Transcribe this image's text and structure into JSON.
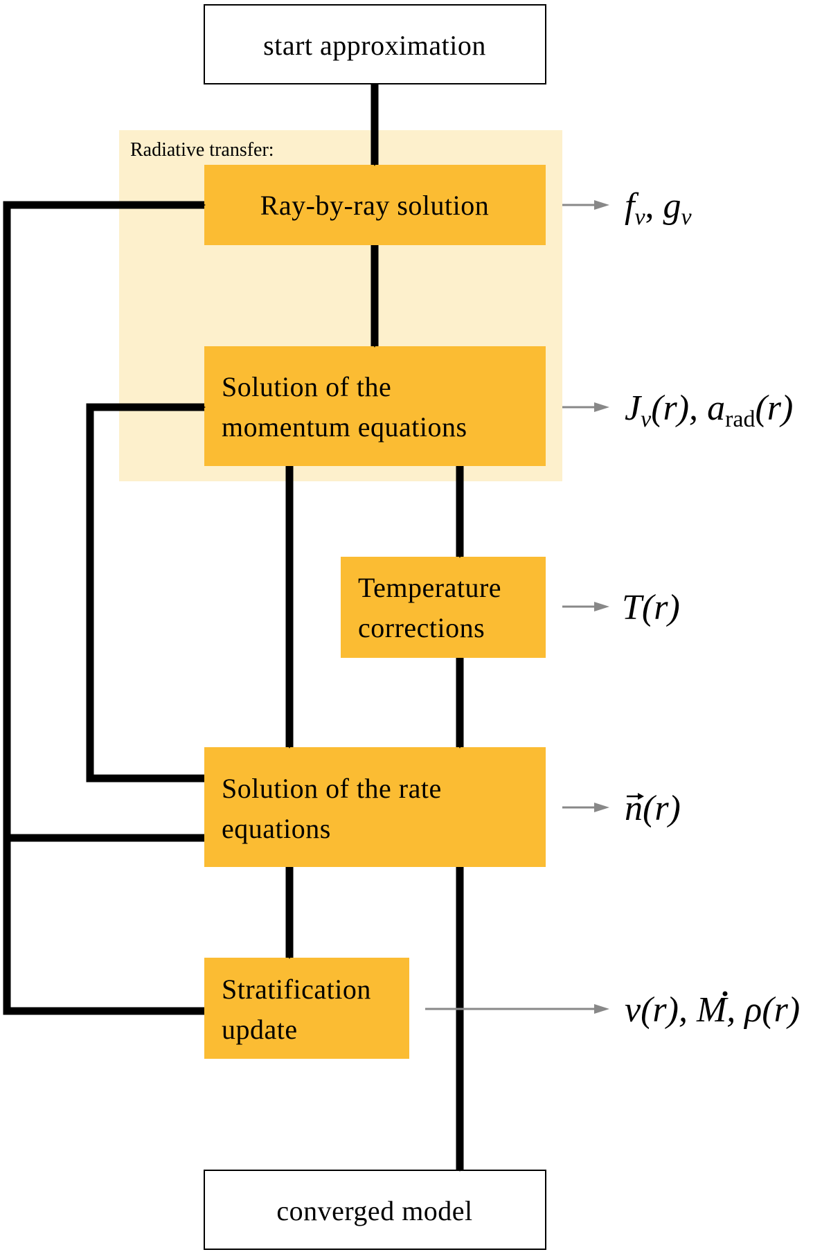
{
  "colors": {
    "box_fill": "#FBBC33",
    "group_fill": "#FDF0CC",
    "plain_box_fill": "#FFFFFF",
    "arrow": "#000000",
    "output_arrow": "#888888"
  },
  "group": {
    "label": "Radiative transfer:"
  },
  "boxes": {
    "start": "start approximation",
    "ray": "Ray-by-ray solution",
    "momentum": [
      "Solution of the",
      "momentum equations"
    ],
    "temperature": [
      "Temperature",
      "corrections"
    ],
    "rate": [
      "Solution of the rate",
      "equations"
    ],
    "stratification": [
      "Stratification",
      "update"
    ],
    "converged": "converged model"
  },
  "outputs": {
    "ray": {
      "f": "f",
      "nu1": "ν",
      "comma": ", ",
      "g": "g",
      "nu2": "ν"
    },
    "momentum": {
      "J": "J",
      "nu": "ν",
      "r1": "(r), ",
      "a": "a",
      "rad": "rad",
      "r2": "(r)"
    },
    "temperature": {
      "T": "T",
      "r": "(r)"
    },
    "rate": {
      "n": "n",
      "r": "(r)"
    },
    "stratification": {
      "v": "v",
      "r1": "(r), ",
      "M": "M",
      "comma": ", ",
      "rho": "ρ",
      "r2": "(r)"
    }
  }
}
